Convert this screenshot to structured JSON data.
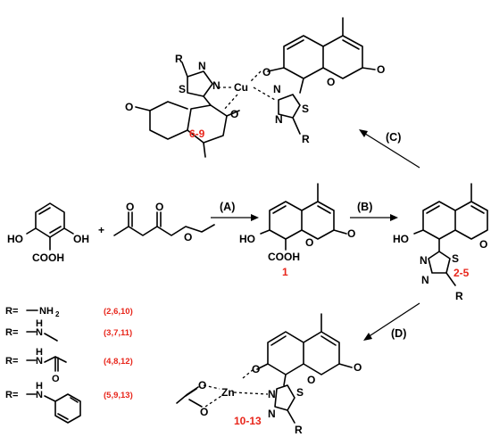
{
  "labels": {
    "R": "R",
    "Cu": "Cu",
    "Zn": "Zn",
    "N": "N",
    "S": "S",
    "O": "O",
    "HO": "HO",
    "OH": "OH",
    "COOH": "COOH",
    "NH": "NH",
    "H": "H",
    "NH2_main": "NH",
    "NH2_sub": "2",
    "plus": "+"
  },
  "compounds": {
    "coumarin_acid": "1",
    "thiadiazoles": "2-5",
    "cu_complexes": "6-9",
    "zn_complexes": "10-13"
  },
  "steps": {
    "A": "(A)",
    "B": "(B)",
    "C": "(C)",
    "D": "(D)"
  },
  "substituents": [
    {
      "prefix": "R=",
      "numbers": "(2,6,10)"
    },
    {
      "prefix": "R=",
      "numbers": "(3,7,11)"
    },
    {
      "prefix": "R=",
      "numbers": "(4,8,12)"
    },
    {
      "prefix": "R=",
      "numbers": "(5,9,13)"
    }
  ]
}
